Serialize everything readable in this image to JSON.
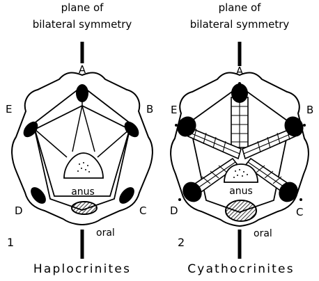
{
  "figures": [
    {
      "number": "1",
      "genus": "Haplocrinites",
      "plane_label_line1": "plane of",
      "plane_label_line2": "bilateral symmetry",
      "vertices": {
        "A": "A",
        "B": "B",
        "C": "C",
        "D": "D",
        "E": "E"
      },
      "anus_label": "anus",
      "oral_label": "oral"
    },
    {
      "number": "2",
      "genus": "Cyathocrinites",
      "plane_label_line1": "plane of",
      "plane_label_line2": "bilateral symmetry",
      "vertices": {
        "A": "A",
        "B": "B",
        "C": "C",
        "D": "D",
        "E": "E"
      },
      "anus_label": "anus",
      "oral_label": "oral"
    }
  ],
  "colors": {
    "ink": "#000000",
    "paper": "#ffffff"
  }
}
